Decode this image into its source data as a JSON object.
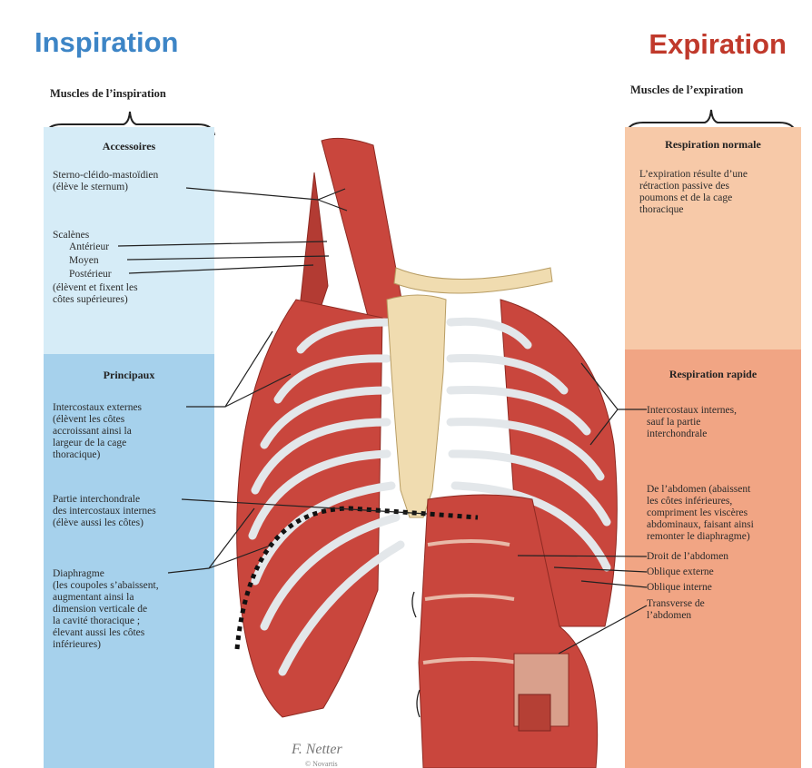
{
  "left": {
    "title": "Inspiration",
    "subtitle": "Muscles de l’inspiration",
    "accessory": {
      "heading": "Accessoires",
      "sterno": "Sterno-cléido-mastoïdien\n(élève le sternum)",
      "scalenes": "Scalènes",
      "anterior": "Antérieur",
      "middle": "Moyen",
      "posterior": "Postérieur",
      "scalenes_note": "(élèvent et fixent les\ncôtes supérieures)"
    },
    "main": {
      "heading": "Principaux",
      "intercostal_ext": "Intercostaux externes\n(élèvent les côtes\naccroissant ainsi la\nlargeur de la cage\nthoracique)",
      "interchondral": "Partie interchondrale\ndes intercostaux internes\n(élève aussi les côtes)",
      "diaphragm": "Diaphragme\n(les coupoles s’abaissent,\naugmentant ainsi la\ndimension verticale de\nla cavité thoracique ;\nélevant aussi les côtes\ninférieures)"
    }
  },
  "right": {
    "title": "Expiration",
    "subtitle": "Muscles de l’expiration",
    "normal": {
      "heading": "Respiration normale",
      "text": "L’expiration résulte d’une\nrétraction passive des\npoumons et de la cage\nthoracique"
    },
    "fast": {
      "heading": "Respiration rapide",
      "intercostal_int": "Intercostaux internes,\nsauf la partie\ninterchondrale",
      "abdomen": "De l’abdomen (abaissent\nles côtes inférieures,\ncompriment les viscères\nabdominaux, faisant ainsi\nremonter le diaphragme)",
      "rectus": "Droit de l’abdomen",
      "ext_oblique": "Oblique externe",
      "int_oblique": "Oblique interne",
      "transverse": "Transverse de\nl’abdomen"
    }
  },
  "footer": {
    "signature": "F. Netter",
    "credit": "© Novartis"
  },
  "colors": {
    "inspiration_title": "#3d85c6",
    "expiration_title": "#c0392b",
    "panel_light_blue": "#d6ecf7",
    "panel_blue": "#a6d1ec",
    "panel_light_orange": "#f7c9a8",
    "panel_orange": "#f1a584",
    "muscle": "#c9463d",
    "bone": "#f0dcb0"
  }
}
